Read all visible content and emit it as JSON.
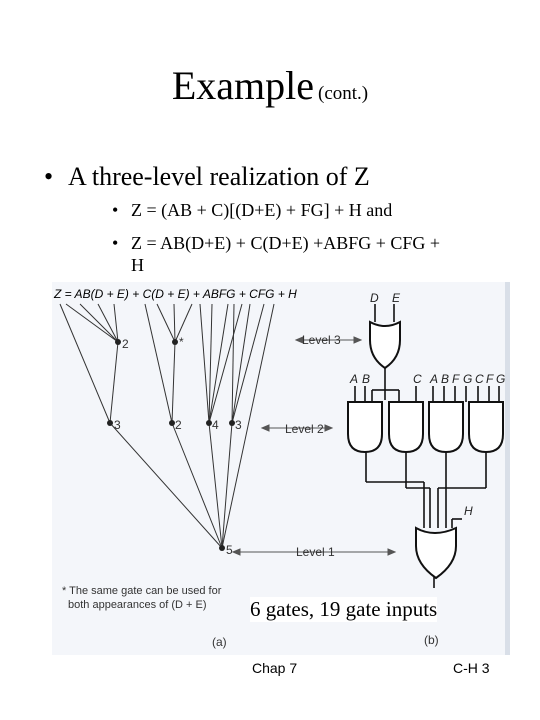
{
  "title": {
    "main": "Example",
    "sub": "(cont.)"
  },
  "bullets": {
    "main": "A three-level realization of Z",
    "sub1": "Z = (AB + C)[(D+E) + FG] + H and",
    "sub2_line1": "Z =  AB(D+E) + C(D+E) +ABFG + CFG +",
    "sub2_line2": "H",
    "marker": "•"
  },
  "figure": {
    "expression": "Z = AB(D + E) + C(D + E) + ABFG + CFG + H",
    "node_labels": [
      "2",
      "*",
      "3",
      "2",
      "4",
      "3",
      "5"
    ],
    "level_labels": [
      "Level 3",
      "Level 2",
      "Level 1"
    ],
    "footnote_line1": "* The same gate can be used for",
    "footnote_line2": "both appearances of (D + E)",
    "part_a": "(a)",
    "part_b": "(b)",
    "inputs_top": [
      "D",
      "E"
    ],
    "inputs_level2": [
      "A",
      "B",
      "C",
      "A",
      "B",
      "F",
      "G",
      "C",
      "F",
      "G"
    ],
    "input_h": "H"
  },
  "caption": "6 gates, 19 gate inputs",
  "footer": {
    "left": "Chap 7",
    "right": "C-H  3"
  }
}
